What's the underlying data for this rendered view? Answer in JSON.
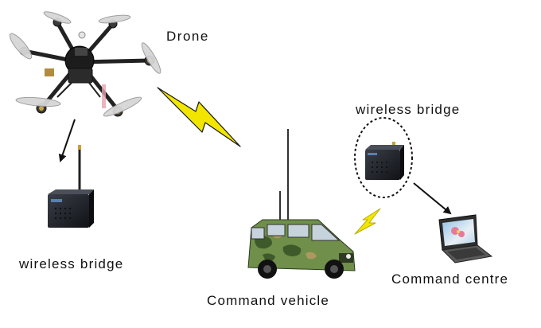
{
  "diagram": {
    "labels": {
      "drone": "Drone",
      "wireless_bridge_top": "wireless bridge",
      "wireless_bridge_bottom": "wireless bridge",
      "command_centre": "Command centre",
      "command_vehicle": "Command vehicle"
    },
    "icons": {
      "drone": "hexacopter-drone-icon",
      "bridge": "wireless-bridge-device-icon",
      "vehicle": "military-van-icon",
      "laptop": "laptop-icon",
      "signal": "lightning-bolt-icon"
    },
    "colors": {
      "lightning": "#f2e600",
      "camouflage_base": "#6f8f4a",
      "device_body": "#1a1c22",
      "text": "#111111"
    }
  }
}
